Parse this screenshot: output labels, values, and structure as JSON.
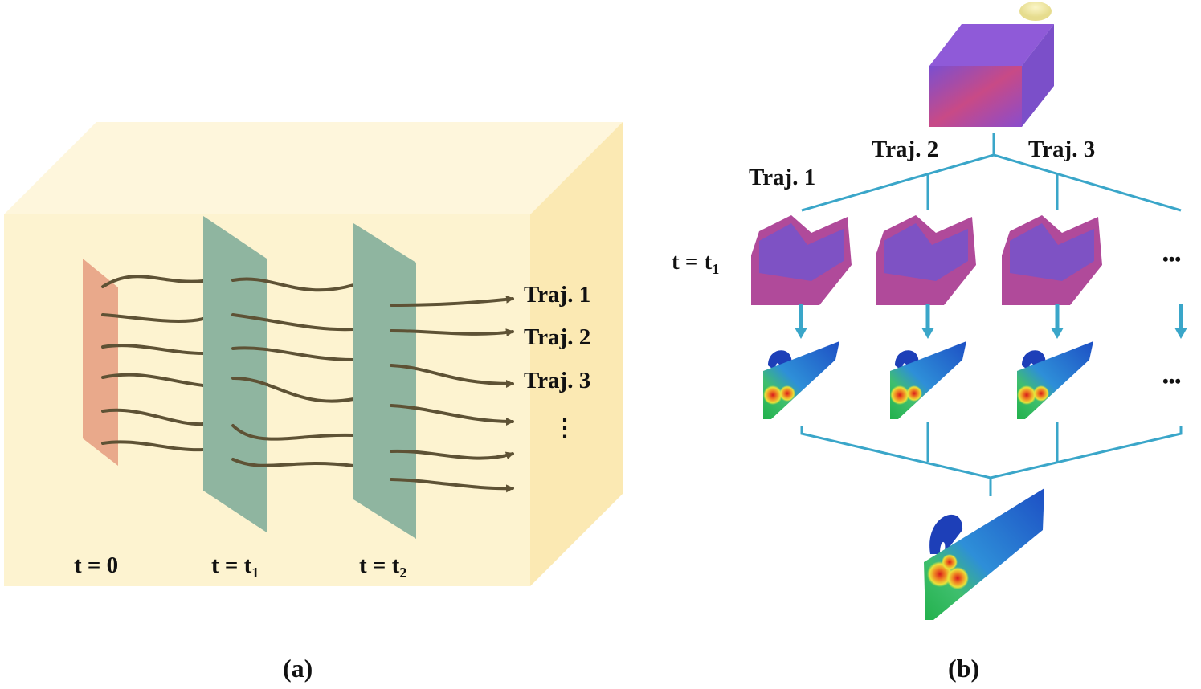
{
  "panel_a": {
    "caption": "(a)",
    "time_labels": [
      "t = 0",
      "t = t",
      "t = t"
    ],
    "time_subscripts": [
      "",
      "1",
      "2"
    ],
    "traj_labels": [
      "Traj. 1",
      "Traj. 2",
      "Traj. 3"
    ],
    "vertical_ellipsis": "⋮"
  },
  "panel_b": {
    "caption": "(b)",
    "traj_labels": [
      "Traj. 1",
      "Traj. 2",
      "Traj. 3"
    ],
    "time_label": "t = t",
    "time_subscript": "1",
    "ellipsis_upper": "•••",
    "ellipsis_lower": "•••"
  },
  "colors": {
    "box_front": "#fdf3d0",
    "box_top": "#fef6dc",
    "box_side": "#fbe9b3",
    "initial_plane": "#e9a98b",
    "time_plane": "#8fb5a0",
    "trajectory": "#5e5235",
    "connector": "#3aa6c9",
    "arrow": "#3aa6c9"
  }
}
